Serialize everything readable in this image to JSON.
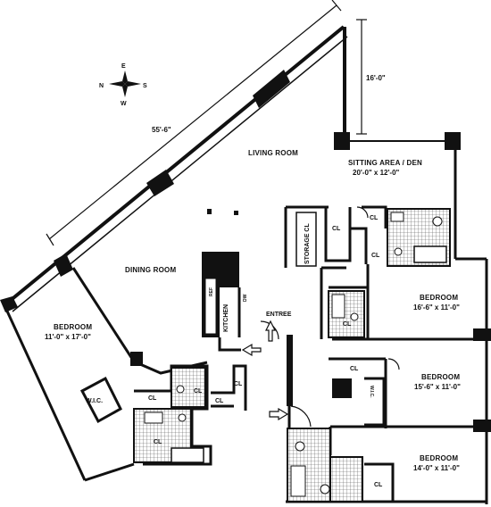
{
  "compass": {
    "n": "N",
    "s": "S",
    "e": "E",
    "w": "W"
  },
  "dimensions": {
    "length_main": "55'-6\"",
    "length_bay": "16'-0\""
  },
  "rooms": {
    "living_room": "LIVING ROOM",
    "sitting_area": "SITTING AREA / DEN",
    "sitting_area_size": "20'-0\" x 12'-0\"",
    "dining_room": "DINING ROOM",
    "bedroom_1": "BEDROOM",
    "bedroom_1_size": "11'-0\" x 17'-0\"",
    "bedroom_2": "BEDROOM",
    "bedroom_2_size": "16'-6\" x 11'-0\"",
    "bedroom_3": "BEDROOM",
    "bedroom_3_size": "15'-6\" x 11'-0\"",
    "bedroom_4": "BEDROOM",
    "bedroom_4_size": "14'-0\" x 11'-0\"",
    "kitchen": "KITCHEN",
    "entree": "ENTREE",
    "storage_cl": "STORAGE CL",
    "wic_1": "W.I.C.",
    "wic_2": "W.I.C.",
    "dw": "DW",
    "ref": "REF",
    "closets": [
      "CL",
      "CL",
      "CL",
      "CL",
      "CL",
      "CL",
      "CL",
      "CL",
      "CL",
      "CL",
      "CL"
    ]
  }
}
